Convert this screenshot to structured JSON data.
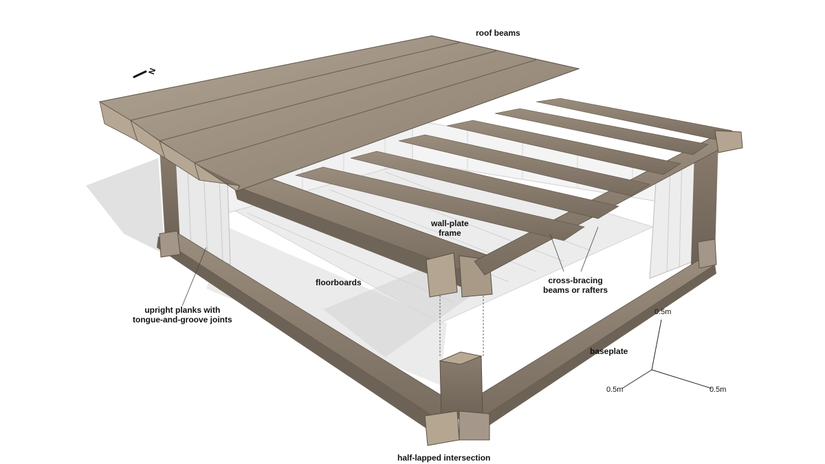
{
  "labels": {
    "roof_beams": "roof beams",
    "wall_plate_1": "wall-plate",
    "wall_plate_2": "frame",
    "floorboards": "floorboards",
    "cross_bracing_1": "cross-bracing",
    "cross_bracing_2": "beams or rafters",
    "upright_1": "upright planks with",
    "upright_2": "tongue-and-groove joints",
    "baseplate": "baseplate",
    "half_lapped": "half-lapped intersection"
  },
  "north": {
    "letter": "N"
  },
  "scale": {
    "vertical": "0.5m",
    "left": "0.5m",
    "right": "0.5m"
  },
  "colors": {
    "wood_light": "#a89c8c",
    "wood_mid": "#8f8272",
    "wood_dark": "#6e6356",
    "wood_end": "#b9ab98",
    "floor": "#e8e8e8",
    "wall": "#ededed",
    "shadow": "#cfcfcf"
  }
}
